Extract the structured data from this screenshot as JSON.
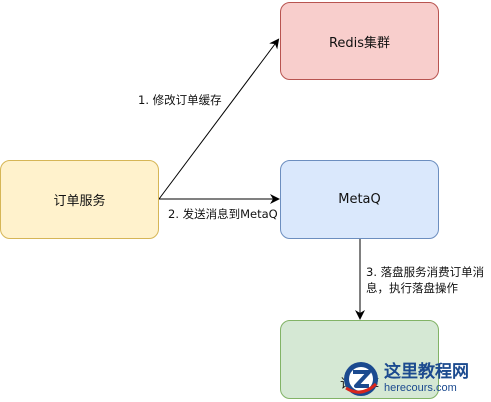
{
  "nodes": {
    "redis": "Redis集群",
    "order_service": "订单服务",
    "metaq": "MetaQ",
    "order_db": "订单库"
  },
  "edges": {
    "step1": "1. 修改订单缓存",
    "step2": "2. 发送消息到MetaQ",
    "step3": "3. 落盘服务消费订单消息，执行落盘操作"
  },
  "watermark": {
    "title": "这里教程网",
    "url": "herecours.com"
  },
  "colors": {
    "redis_fill": "#f8cecc",
    "order_fill": "#fff2cc",
    "metaq_fill": "#dae8fc",
    "db_fill": "#d5e8d4"
  }
}
